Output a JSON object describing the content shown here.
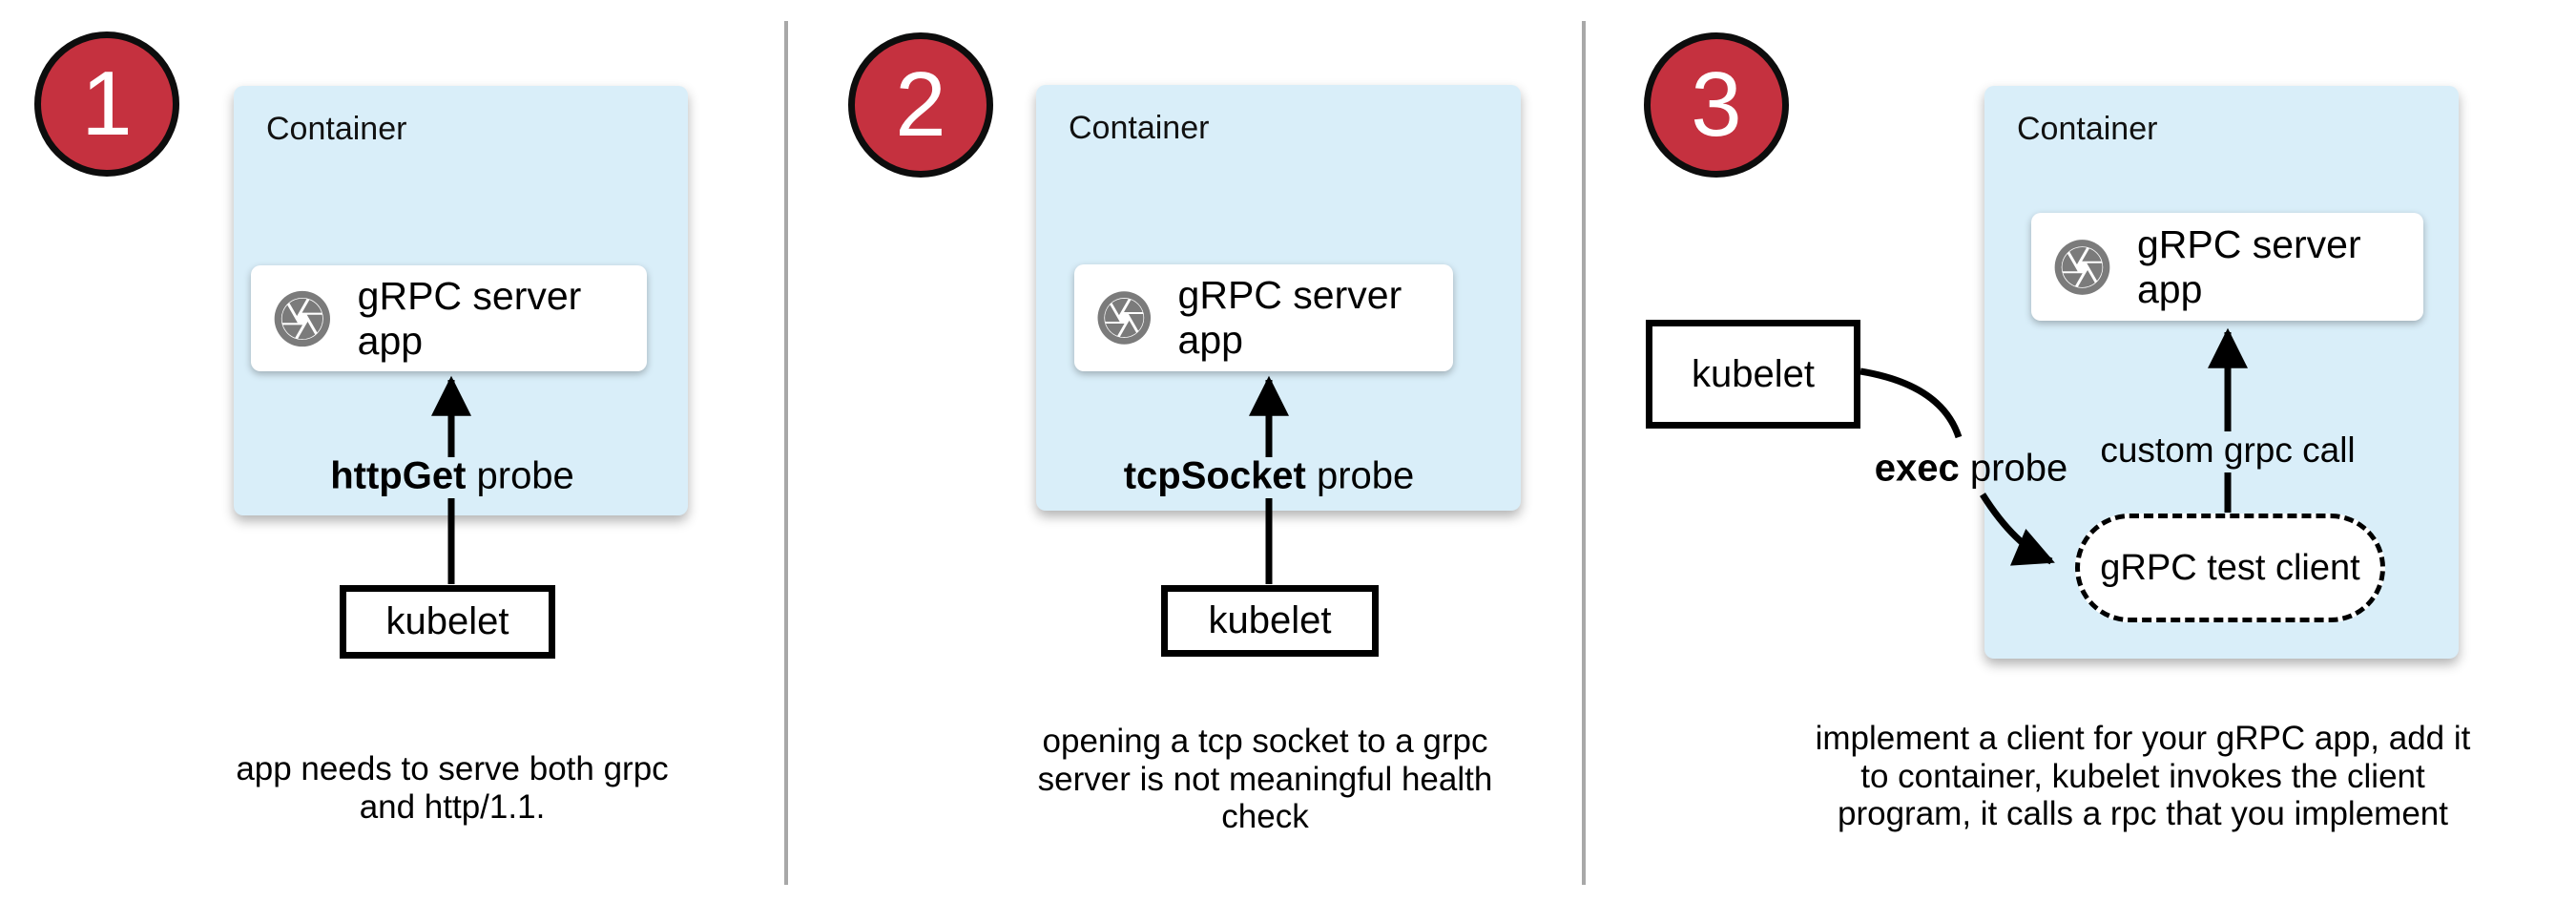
{
  "colors": {
    "container_fill": "#d9eef9",
    "badge_fill": "#c5313f",
    "badge_border": "#0d0d0d",
    "badge_text": "#ffffff",
    "icon_gray": "#7b7b7b",
    "divider_gray": "#a8a8a8",
    "arrow_black": "#000000",
    "box_white": "#ffffff"
  },
  "panels": [
    {
      "badge": "1",
      "container_label": "Container",
      "server_app_label": "gRPC server app",
      "server_app_icon": "aperture-icon",
      "probe_label": {
        "bold": "httpGet",
        "rest": " probe"
      },
      "kubelet_label": "kubelet",
      "caption": "app needs to serve both grpc and http/1.1."
    },
    {
      "badge": "2",
      "container_label": "Container",
      "server_app_label": "gRPC server app",
      "server_app_icon": "aperture-icon",
      "probe_label": {
        "bold": "tcpSocket",
        "rest": " probe"
      },
      "kubelet_label": "kubelet",
      "caption": "opening a tcp socket to a grpc server is not meaningful health check"
    },
    {
      "badge": "3",
      "container_label": "Container",
      "server_app_label": "gRPC server app",
      "server_app_icon": "aperture-icon",
      "probe_label": {
        "bold": "exec",
        "rest": " probe"
      },
      "custom_call_label": "custom grpc call",
      "test_client_label": "gRPC test client",
      "kubelet_label": "kubelet",
      "caption": "implement a client for your gRPC app, add it to container, kubelet invokes the client program, it calls a rpc that you implement"
    }
  ]
}
